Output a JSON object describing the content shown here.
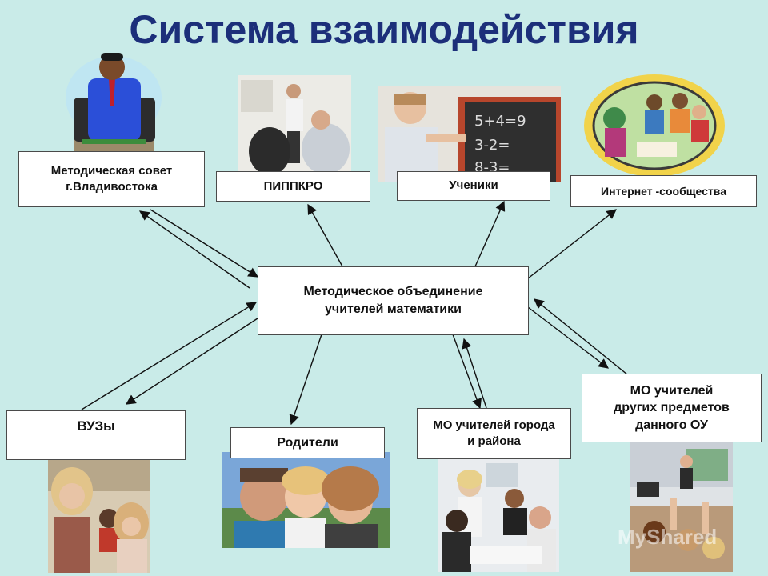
{
  "title": "Система взаимодействия",
  "nodes": {
    "metod_sovet": {
      "line1": "Методическая совет",
      "line2": "г.Владивостока"
    },
    "pipkro": {
      "line1": "ПИППКРО"
    },
    "ucheniki": {
      "line1": "Ученики"
    },
    "internet": {
      "line1": "Интернет -сообщества"
    },
    "center": {
      "line1": "Методическое объединение",
      "line2": "учителей математики"
    },
    "vuzy": {
      "line1": "ВУЗы"
    },
    "roditeli": {
      "line1": "Родители"
    },
    "mo_goroda": {
      "line1": "МО учителей города",
      "line2": "и района"
    },
    "mo_predmetov": {
      "line1": "МО учителей",
      "line2": "других предметов",
      "line3": "данного ОУ"
    }
  },
  "watermark": "MyShared"
}
